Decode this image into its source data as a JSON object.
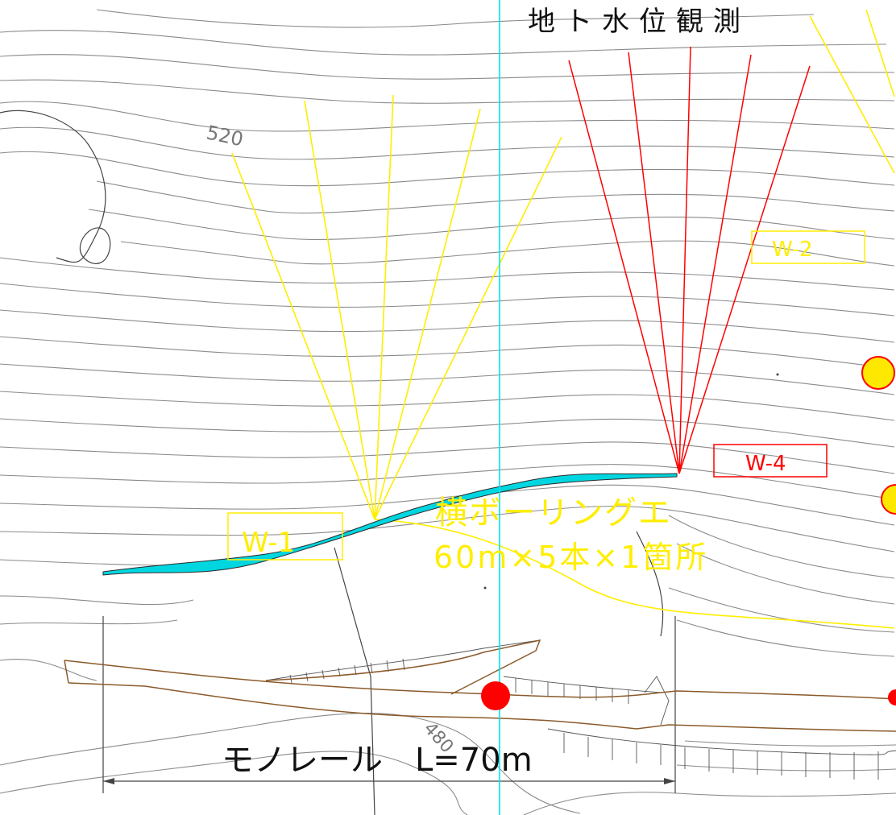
{
  "title": "地ト水位観測",
  "contour_labels": {
    "upper": "520",
    "lower": "480"
  },
  "wells": {
    "w1": "W-1",
    "w2": "W-2",
    "w4": "W-4"
  },
  "boring": {
    "line1": "横ボーリングエ",
    "line2": "60m×5本×1箇所"
  },
  "monorail": {
    "label": "モノレール　L=70m"
  },
  "colors": {
    "contour": "#8a8a8a",
    "boring_yellow": "#ffee00",
    "boring_red": "#ff0000",
    "channel_cyan": "#00d6e0",
    "road_brown": "#8b5a2b",
    "marker_red": "#ff0000",
    "marker_yellow": "#ffe800"
  }
}
